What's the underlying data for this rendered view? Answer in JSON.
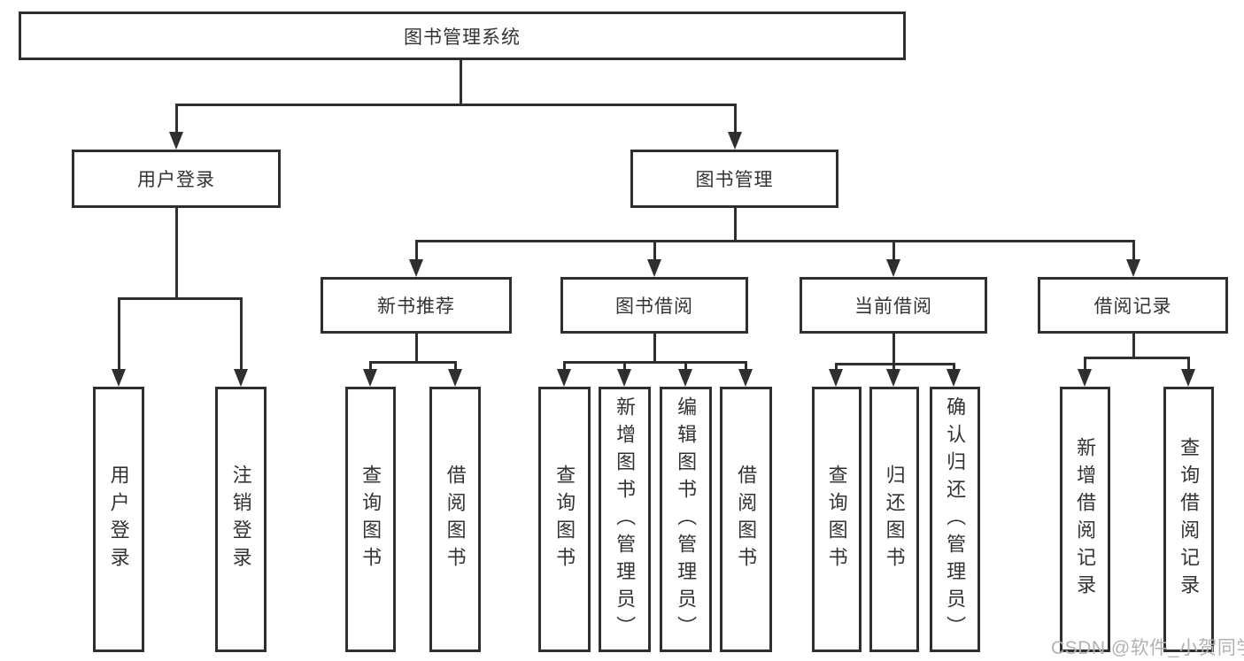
{
  "diagram_title": "图书管理系统",
  "watermark": "CSDN @软件_小贺同学",
  "colors": {
    "line": "#2f2f2f",
    "text": "#333333",
    "box_background": "#ffffff",
    "page_background": "#ffffff",
    "watermark": "#b2b2b2"
  },
  "nodes": {
    "root": {
      "label": "图书管理系统",
      "children": [
        "user_login",
        "book_mgmt"
      ]
    },
    "user_login": {
      "label": "用户登录",
      "children": [
        "ul_login",
        "ul_logout"
      ]
    },
    "book_mgmt": {
      "label": "图书管理",
      "children": [
        "new_book_rec",
        "book_borrow",
        "current_borrow",
        "borrow_record"
      ]
    },
    "new_book_rec": {
      "label": "新书推荐",
      "children": [
        "nb_query",
        "nb_borrow"
      ]
    },
    "book_borrow": {
      "label": "图书借阅",
      "children": [
        "bb_query",
        "bb_add",
        "bb_edit",
        "bb_borrow"
      ]
    },
    "current_borrow": {
      "label": "当前借阅",
      "children": [
        "cb_query",
        "cb_return",
        "cb_confirm"
      ]
    },
    "borrow_record": {
      "label": "借阅记录",
      "children": [
        "br_add",
        "br_query"
      ]
    },
    "ul_login": {
      "label": "用户登录"
    },
    "ul_logout": {
      "label": "注销登录"
    },
    "nb_query": {
      "label": "查询图书"
    },
    "nb_borrow": {
      "label": "借阅图书"
    },
    "bb_query": {
      "label": "查询图书"
    },
    "bb_add": {
      "label": "新增图书（管理员）"
    },
    "bb_edit": {
      "label": "编辑图书（管理员）"
    },
    "bb_borrow": {
      "label": "借阅图书"
    },
    "cb_query": {
      "label": "查询图书"
    },
    "cb_return": {
      "label": "归还图书"
    },
    "cb_confirm": {
      "label": "确认归还（管理员）"
    },
    "br_add": {
      "label": "新增借阅记录"
    },
    "br_query": {
      "label": "查询借阅记录"
    }
  }
}
